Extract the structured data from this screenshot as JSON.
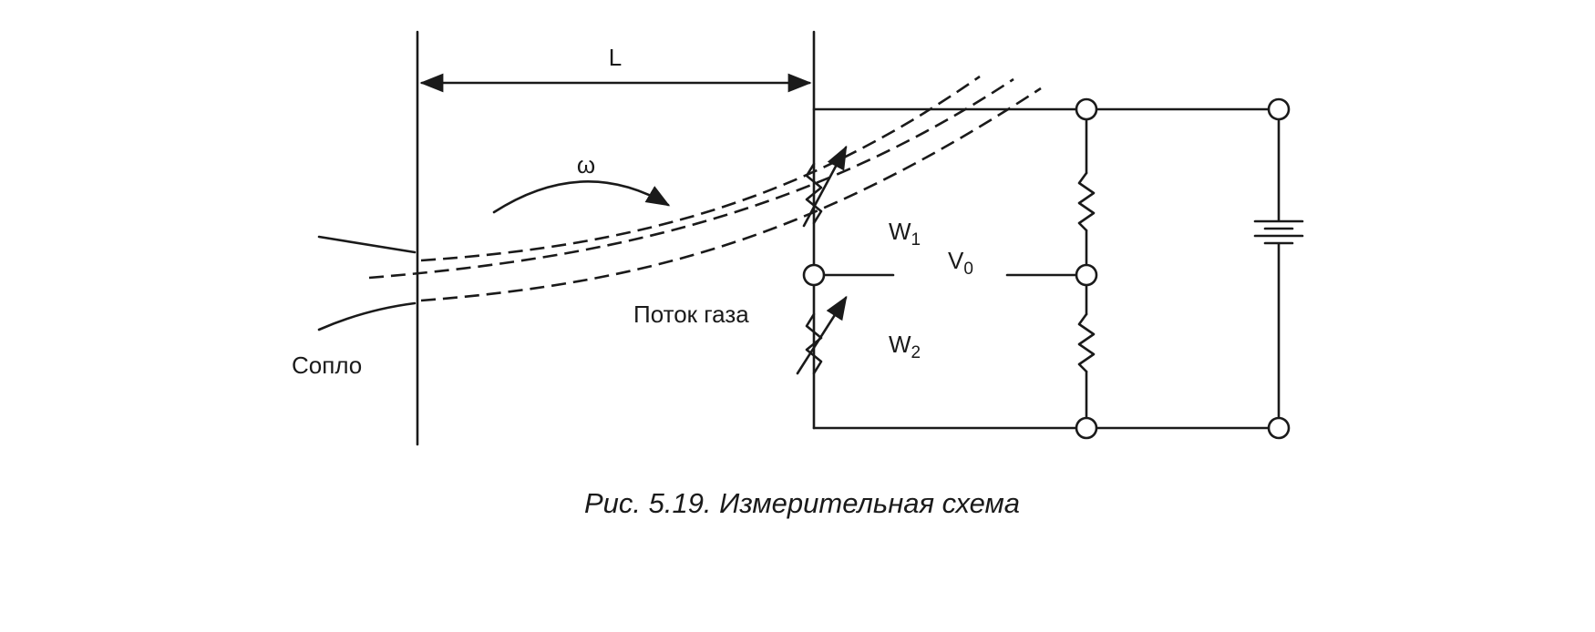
{
  "labels": {
    "distance": "L",
    "swirl": "ω",
    "nozzle": "Сопло",
    "gas_flow": "Поток газа",
    "w1_main": "W",
    "w1_sub": "1",
    "w2_main": "W",
    "w2_sub": "2",
    "v0_main": "V",
    "v0_sub": "0"
  },
  "caption": "Рис. 5.19. Измерительная схема",
  "colors": {
    "ink": "#1a1a1a",
    "background": "#ffffff"
  }
}
